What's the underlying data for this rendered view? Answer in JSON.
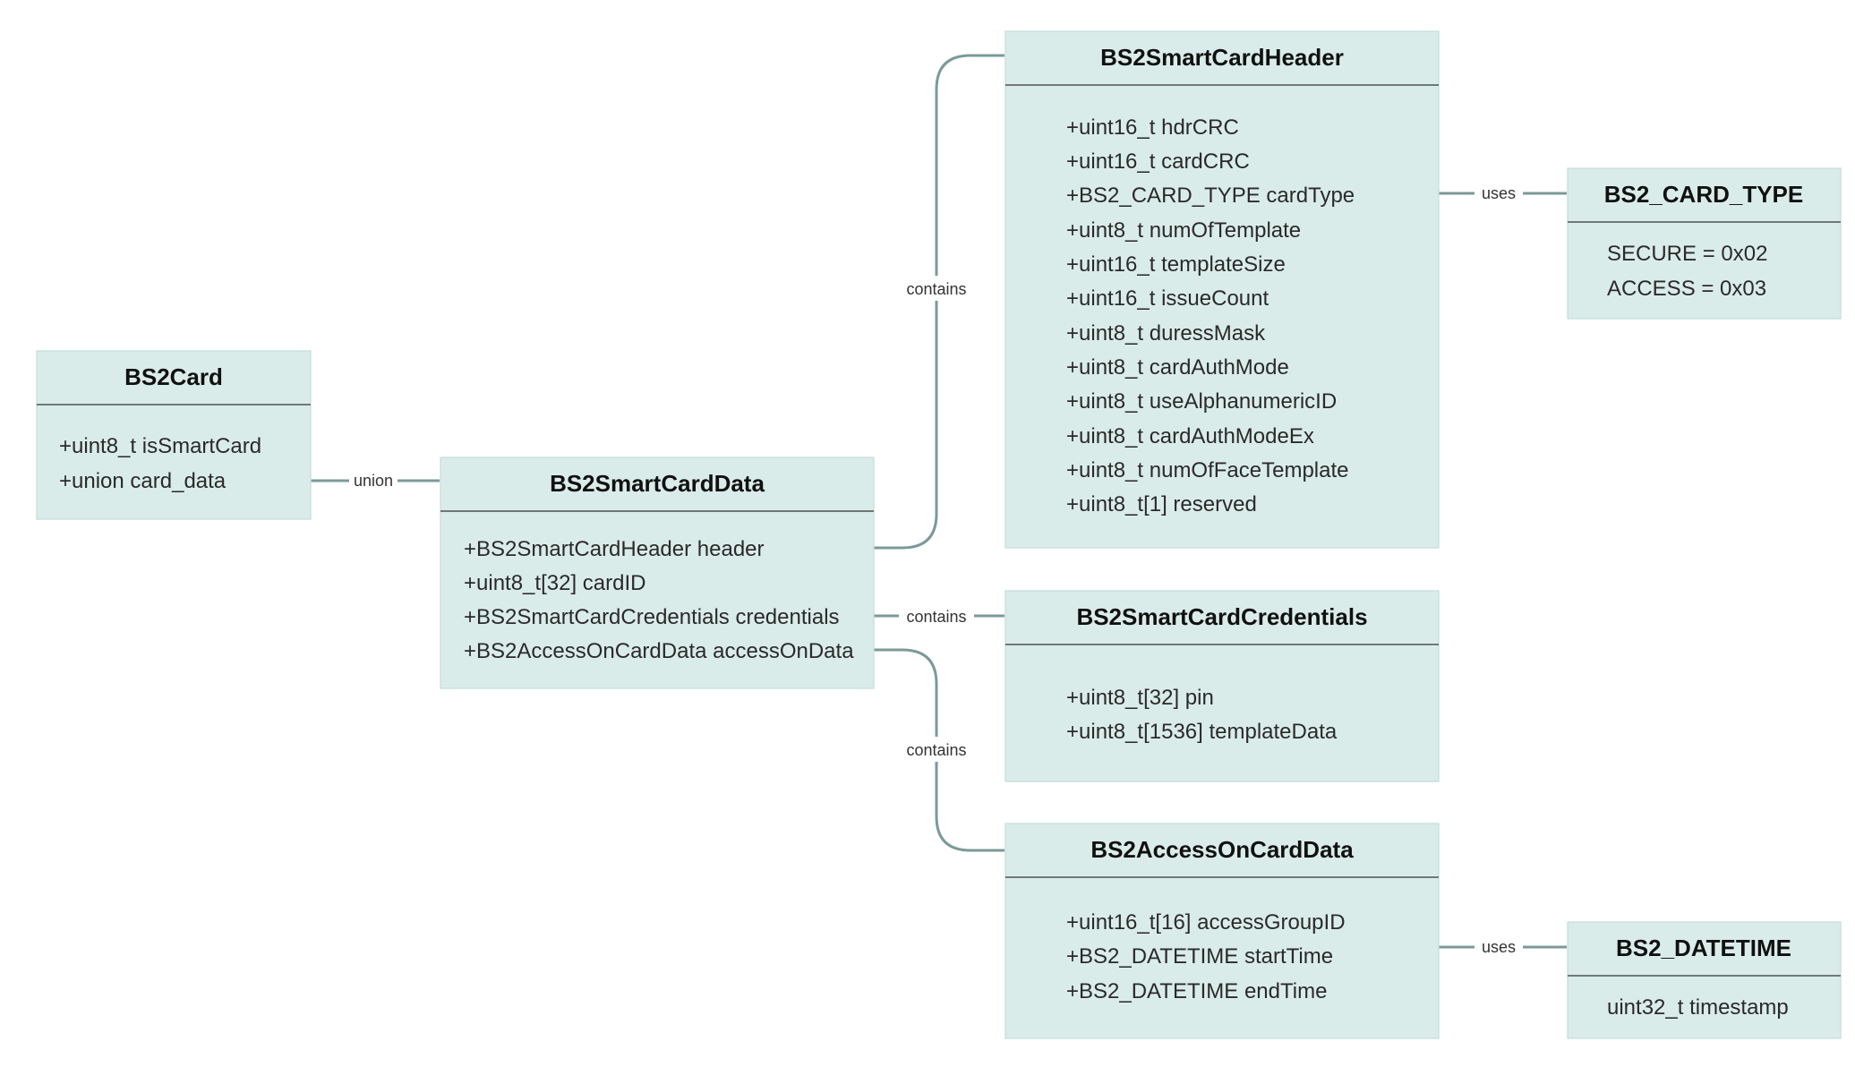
{
  "classes": {
    "bs2card": {
      "title": "BS2Card",
      "fields": [
        "+uint8_t isSmartCard",
        "+union card_data"
      ]
    },
    "smartcarddata": {
      "title": "BS2SmartCardData",
      "fields": [
        "+BS2SmartCardHeader header",
        "+uint8_t[32] cardID",
        "+BS2SmartCardCredentials credentials",
        "+BS2AccessOnCardData accessOnData"
      ]
    },
    "smartcardheader": {
      "title": "BS2SmartCardHeader",
      "fields": [
        "+uint16_t hdrCRC",
        "+uint16_t cardCRC",
        "+BS2_CARD_TYPE cardType",
        "+uint8_t numOfTemplate",
        "+uint16_t templateSize",
        "+uint16_t issueCount",
        "+uint8_t duressMask",
        "+uint8_t cardAuthMode",
        "+uint8_t useAlphanumericID",
        "+uint8_t cardAuthModeEx",
        "+uint8_t numOfFaceTemplate",
        "+uint8_t[1] reserved"
      ]
    },
    "cardtype": {
      "title": "BS2_CARD_TYPE",
      "fields": [
        "SECURE = 0x02",
        "ACCESS = 0x03"
      ]
    },
    "credentials": {
      "title": "BS2SmartCardCredentials",
      "fields": [
        "+uint8_t[32] pin",
        "+uint8_t[1536] templateData"
      ]
    },
    "accessoncard": {
      "title": "BS2AccessOnCardData",
      "fields": [
        "+uint16_t[16] accessGroupID",
        "+BS2_DATETIME startTime",
        "+BS2_DATETIME endTime"
      ]
    },
    "datetime": {
      "title": "BS2_DATETIME",
      "fields": [
        "uint32_t timestamp"
      ]
    }
  },
  "edges": {
    "union": "union",
    "contains_header": "contains",
    "contains_credentials": "contains",
    "contains_access": "contains",
    "uses_cardtype": "uses",
    "uses_datetime": "uses"
  },
  "colors": {
    "box_fill": "#daecea",
    "connector": "#7b9a97"
  }
}
